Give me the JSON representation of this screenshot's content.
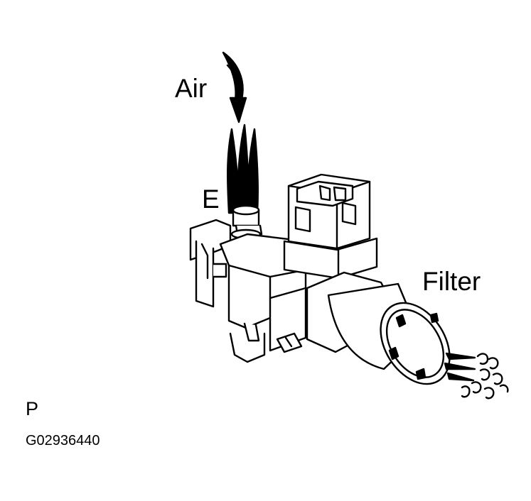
{
  "labels": {
    "air": "Air",
    "port": "E",
    "filter": "Filter",
    "view": "P",
    "figure_code": "G02936440"
  },
  "colors": {
    "ink": "#000000",
    "paper": "#ffffff"
  },
  "icons": {
    "flow_in": "curved-arrow-icon",
    "flow_out": "air-puff-icon"
  }
}
